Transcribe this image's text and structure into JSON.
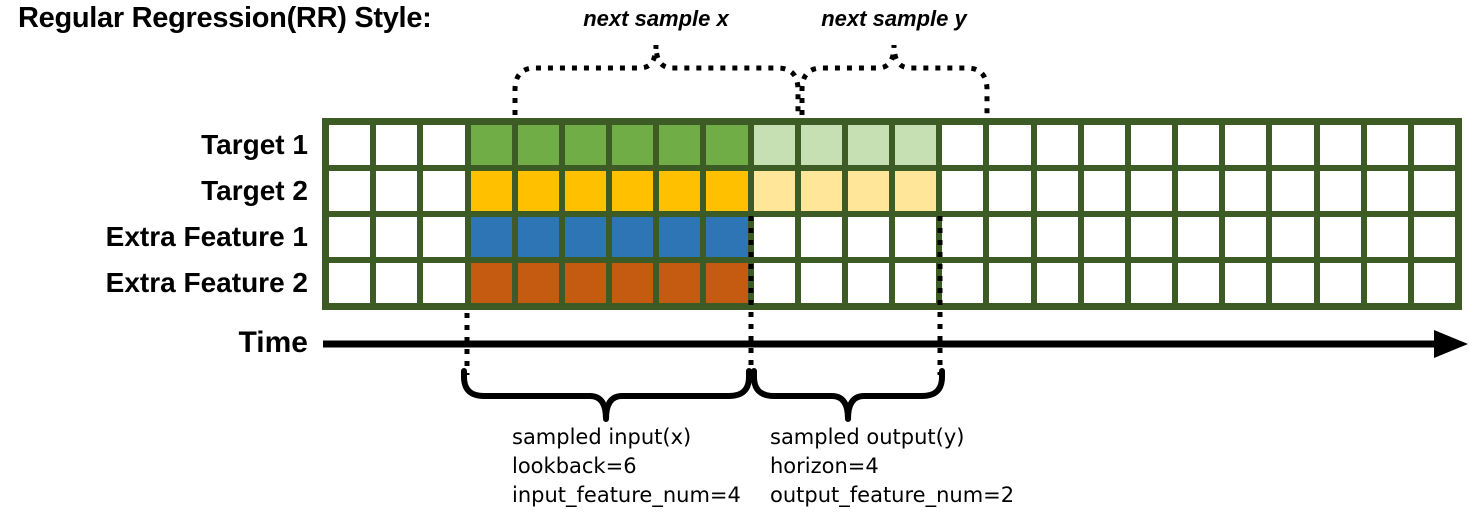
{
  "title": "Regular Regression(RR) Style:",
  "colors": {
    "grid_border": "#3D5B24",
    "annotation": "#000000",
    "target1_dark": "#70AD47",
    "target1_light": "#C6E0B4",
    "target2_dark": "#FFC000",
    "target2_light": "#FFE699",
    "extra_feature1_dark": "#2E75B6",
    "extra_feature2_dark": "#C55A11",
    "empty_cell": "#FFFFFF"
  },
  "grid": {
    "columns": 24,
    "lookback_start_col": 3,
    "lookback": 6,
    "horizon": 4,
    "rows": [
      {
        "label": "Target 1",
        "dark": "#70AD47",
        "light": "#C6E0B4"
      },
      {
        "label": "Target 2",
        "dark": "#FFC000",
        "light": "#FFE699"
      },
      {
        "label": "Extra Feature 1",
        "dark": "#2E75B6",
        "light": null
      },
      {
        "label": "Extra Feature 2",
        "dark": "#C55A11",
        "light": null
      }
    ]
  },
  "annotations": {
    "next_sample_x": "next sample x",
    "next_sample_y": "next sample y",
    "time_label": "Time",
    "sampled_input": {
      "lines": [
        "sampled input(x)",
        "lookback=6",
        "input_feature_num=4"
      ]
    },
    "sampled_output": {
      "lines": [
        "sampled output(y)",
        "horizon=4",
        "output_feature_num=2"
      ]
    }
  }
}
